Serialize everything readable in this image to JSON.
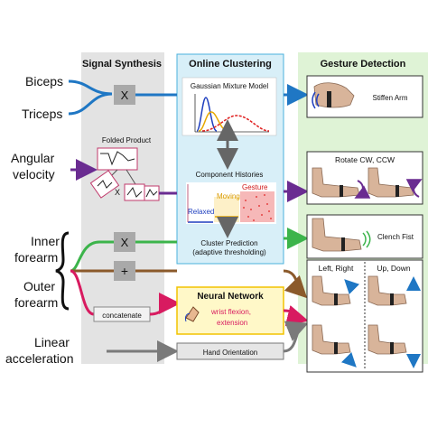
{
  "sections": {
    "signal_synthesis": "Signal Synthesis",
    "online_clustering": "Online Clustering",
    "gesture_detection": "Gesture Detection"
  },
  "inputs": {
    "biceps": "Biceps",
    "triceps": "Triceps",
    "angular_velocity_line1": "Angular",
    "angular_velocity_line2": "velocity",
    "inner_forearm_line1": "Inner",
    "inner_forearm_line2": "forearm",
    "outer_forearm_line1": "Outer",
    "outer_forearm_line2": "forearm",
    "linear_acceleration_line1": "Linear",
    "linear_acceleration_line2": "acceleration"
  },
  "synthesis": {
    "multiply_symbol": "X",
    "folded_product_label": "Folded Product",
    "folded_x_symbol": "X",
    "add_symbol": "+",
    "concatenate_label": "concatenate"
  },
  "clustering": {
    "gmm_title": "Gaussian Mixture Model",
    "component_histories_title": "Component Histories",
    "relaxed_label": "Relaxed",
    "moving_label": "Moving",
    "gesture_label": "Gesture",
    "cluster_prediction_line1": "Cluster Prediction",
    "cluster_prediction_line2": "(adaptive thresholding)"
  },
  "neural_network": {
    "title": "Neural Network",
    "output_line1": "wrist flexion,",
    "output_line2": "extension"
  },
  "hand_orientation": "Hand Orientation",
  "gestures": {
    "stiffen_arm": "Stiffen Arm",
    "rotate": "Rotate CW, CCW",
    "clench_fist": "Clench Fist",
    "left_right": "Left, Right",
    "up_down": "Up, Down"
  },
  "colors": {
    "blue": "#1f77c4",
    "purple": "#6a2c91",
    "green": "#3cb44b",
    "brown": "#8b5a2b",
    "pink": "#d81b60",
    "gray": "#7a7a7a",
    "synthesis_bg": "#e3e3e3",
    "clustering_bg": "#d8eff8",
    "clustering_border": "#4ab0dc",
    "gesture_bg": "#dff3d6",
    "nn_bg": "#fff8c8",
    "nn_border": "#f2c300"
  }
}
